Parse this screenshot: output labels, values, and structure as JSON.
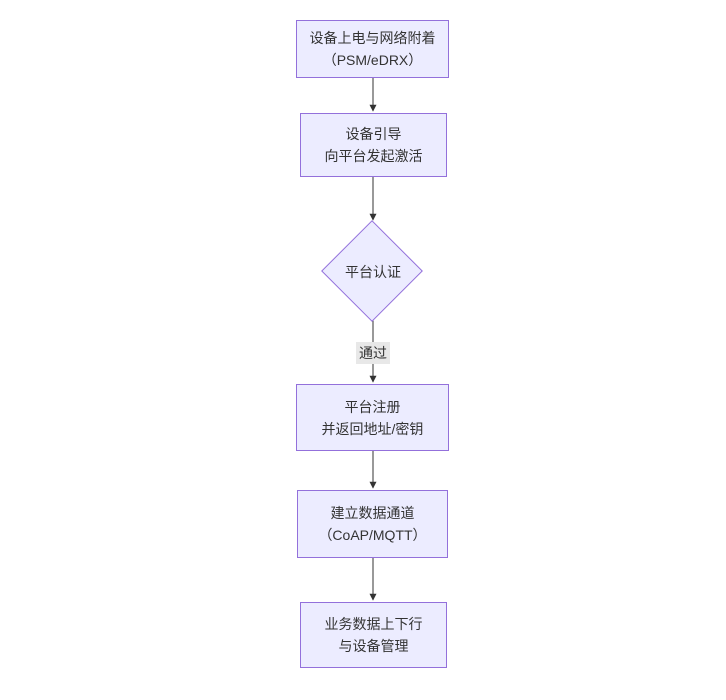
{
  "diagram": {
    "type": "flowchart",
    "direction": "top-down",
    "colors": {
      "background": "#ffffff",
      "node_fill": "#ECECFF",
      "node_border": "#9370DB",
      "text": "#333333",
      "arrow": "#333333",
      "edge_label_bg": "#e8e8e8"
    },
    "nodes": [
      {
        "id": "power-attach",
        "shape": "rect",
        "lines": [
          "设备上电与网络附着",
          "（PSM/eDRX）"
        ]
      },
      {
        "id": "bootstrap",
        "shape": "rect",
        "lines": [
          "设备引导",
          "向平台发起激活"
        ]
      },
      {
        "id": "platform-auth",
        "shape": "diamond",
        "lines": [
          "平台认证"
        ]
      },
      {
        "id": "register",
        "shape": "rect",
        "lines": [
          "平台注册",
          "并返回地址/密钥"
        ]
      },
      {
        "id": "data-channel",
        "shape": "rect",
        "lines": [
          "建立数据通道",
          "（CoAP/MQTT）"
        ]
      },
      {
        "id": "business-data",
        "shape": "rect",
        "lines": [
          "业务数据上下行",
          "与设备管理"
        ]
      }
    ],
    "edges": [
      {
        "from": "power-attach",
        "to": "bootstrap",
        "label": ""
      },
      {
        "from": "bootstrap",
        "to": "platform-auth",
        "label": ""
      },
      {
        "from": "platform-auth",
        "to": "register",
        "label": "通过"
      },
      {
        "from": "register",
        "to": "data-channel",
        "label": ""
      },
      {
        "from": "data-channel",
        "to": "business-data",
        "label": ""
      }
    ]
  }
}
